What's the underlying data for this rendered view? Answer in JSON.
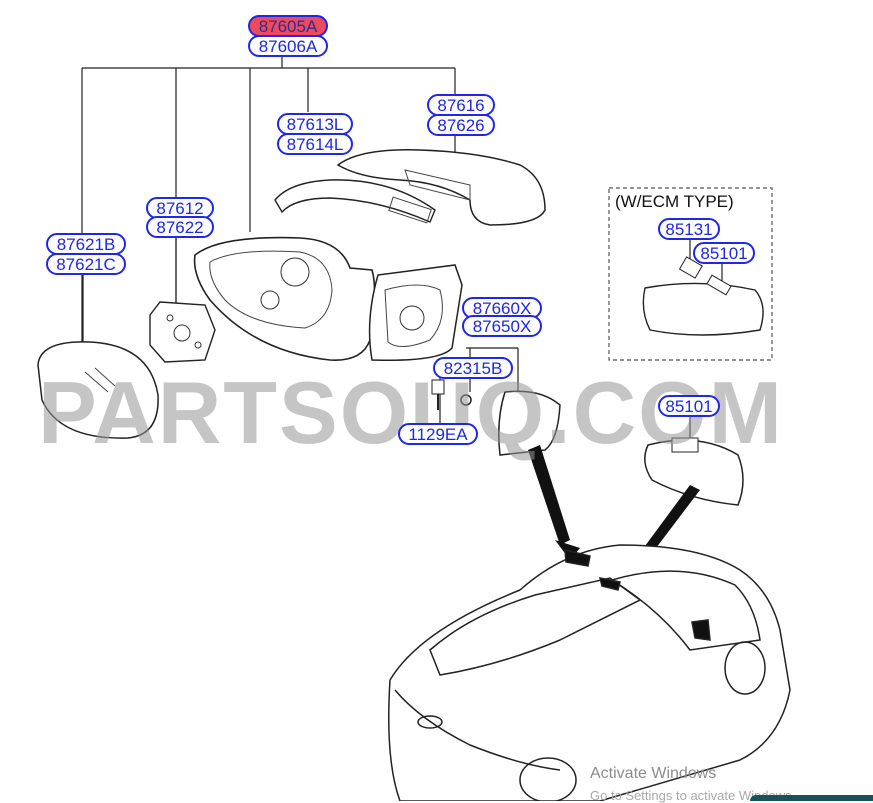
{
  "diagram": {
    "ecm_section_title": "(W/ECM TYPE)",
    "watermark": "PARTSOUQ.COM",
    "callouts": {
      "p87605A": "87605A",
      "p87606A": "87606A",
      "p87616": "87616",
      "p87626": "87626",
      "p87613L": "87613L",
      "p87614L": "87614L",
      "p87612": "87612",
      "p87622": "87622",
      "p87621B": "87621B",
      "p87621C": "87621C",
      "p85131": "85131",
      "p85101a": "85101",
      "p87660X": "87660X",
      "p87650X": "87650X",
      "p82315B": "82315B",
      "p1129EA": "1129EA",
      "p85101b": "85101"
    },
    "highlighted_part": "87605A",
    "colors": {
      "callout": "#1f27e8",
      "highlight": "#f0495c"
    }
  },
  "os_overlay": {
    "activate_title": "Activate Windows",
    "activate_sub": "Go to Settings to activate Windows."
  }
}
